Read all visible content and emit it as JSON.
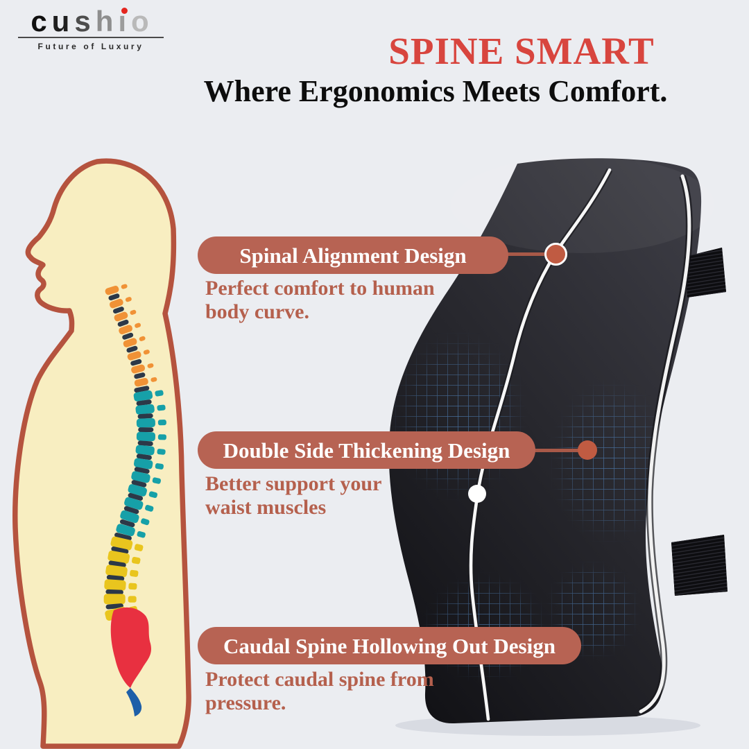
{
  "logo": {
    "letters": [
      {
        "ch": "c",
        "color": "#101010"
      },
      {
        "ch": "u",
        "color": "#1f1f1f"
      },
      {
        "ch": "s",
        "color": "#4d4d4d"
      },
      {
        "ch": "h",
        "color": "#8e8e8e"
      },
      {
        "ch": "i",
        "color": "#9c9c9c",
        "dot_color": "#e4251f"
      },
      {
        "ch": "o",
        "color": "#b9b9b9"
      }
    ],
    "tagline": "Future of Luxury"
  },
  "header": {
    "title": "SPINE SMART",
    "title_color": "#d8453e",
    "subtitle": "Where Ergonomics Meets Comfort."
  },
  "callouts": [
    {
      "label": "Spinal Alignment Design",
      "lines": [
        "Perfect comfort to human",
        "body curve."
      ]
    },
    {
      "label": "Double Side Thickening Design",
      "lines": [
        "Better support your",
        "waist muscles"
      ]
    },
    {
      "label": "Caudal Spine Hollowing Out Design",
      "lines": [
        "Protect caudal spine from",
        "pressure."
      ]
    }
  ],
  "colors": {
    "background": "#ebedf1",
    "pill": "#b76353",
    "pill_text": "#ffffff",
    "description_text": "#b5604d",
    "connector": "#a85948",
    "marker_dot": "#c05b42"
  },
  "spine": {
    "cervical_count": 8,
    "cervical_color": "#f09236",
    "thoracic_count": 11,
    "thoracic_color": "#16a0a8",
    "lumbar_count": 6,
    "lumbar_color": "#e9c51e",
    "sacrum_color": "#e83040",
    "coccyx_color": "#1e5fa8",
    "disc_color": "#2c3848"
  },
  "body_figure": {
    "fill": "#f8eec1",
    "outline": "#b5533e"
  },
  "cushion": {
    "seam": "#f7f7f7",
    "mesh": "#4f7fb5",
    "strap": "#0d0d10"
  }
}
